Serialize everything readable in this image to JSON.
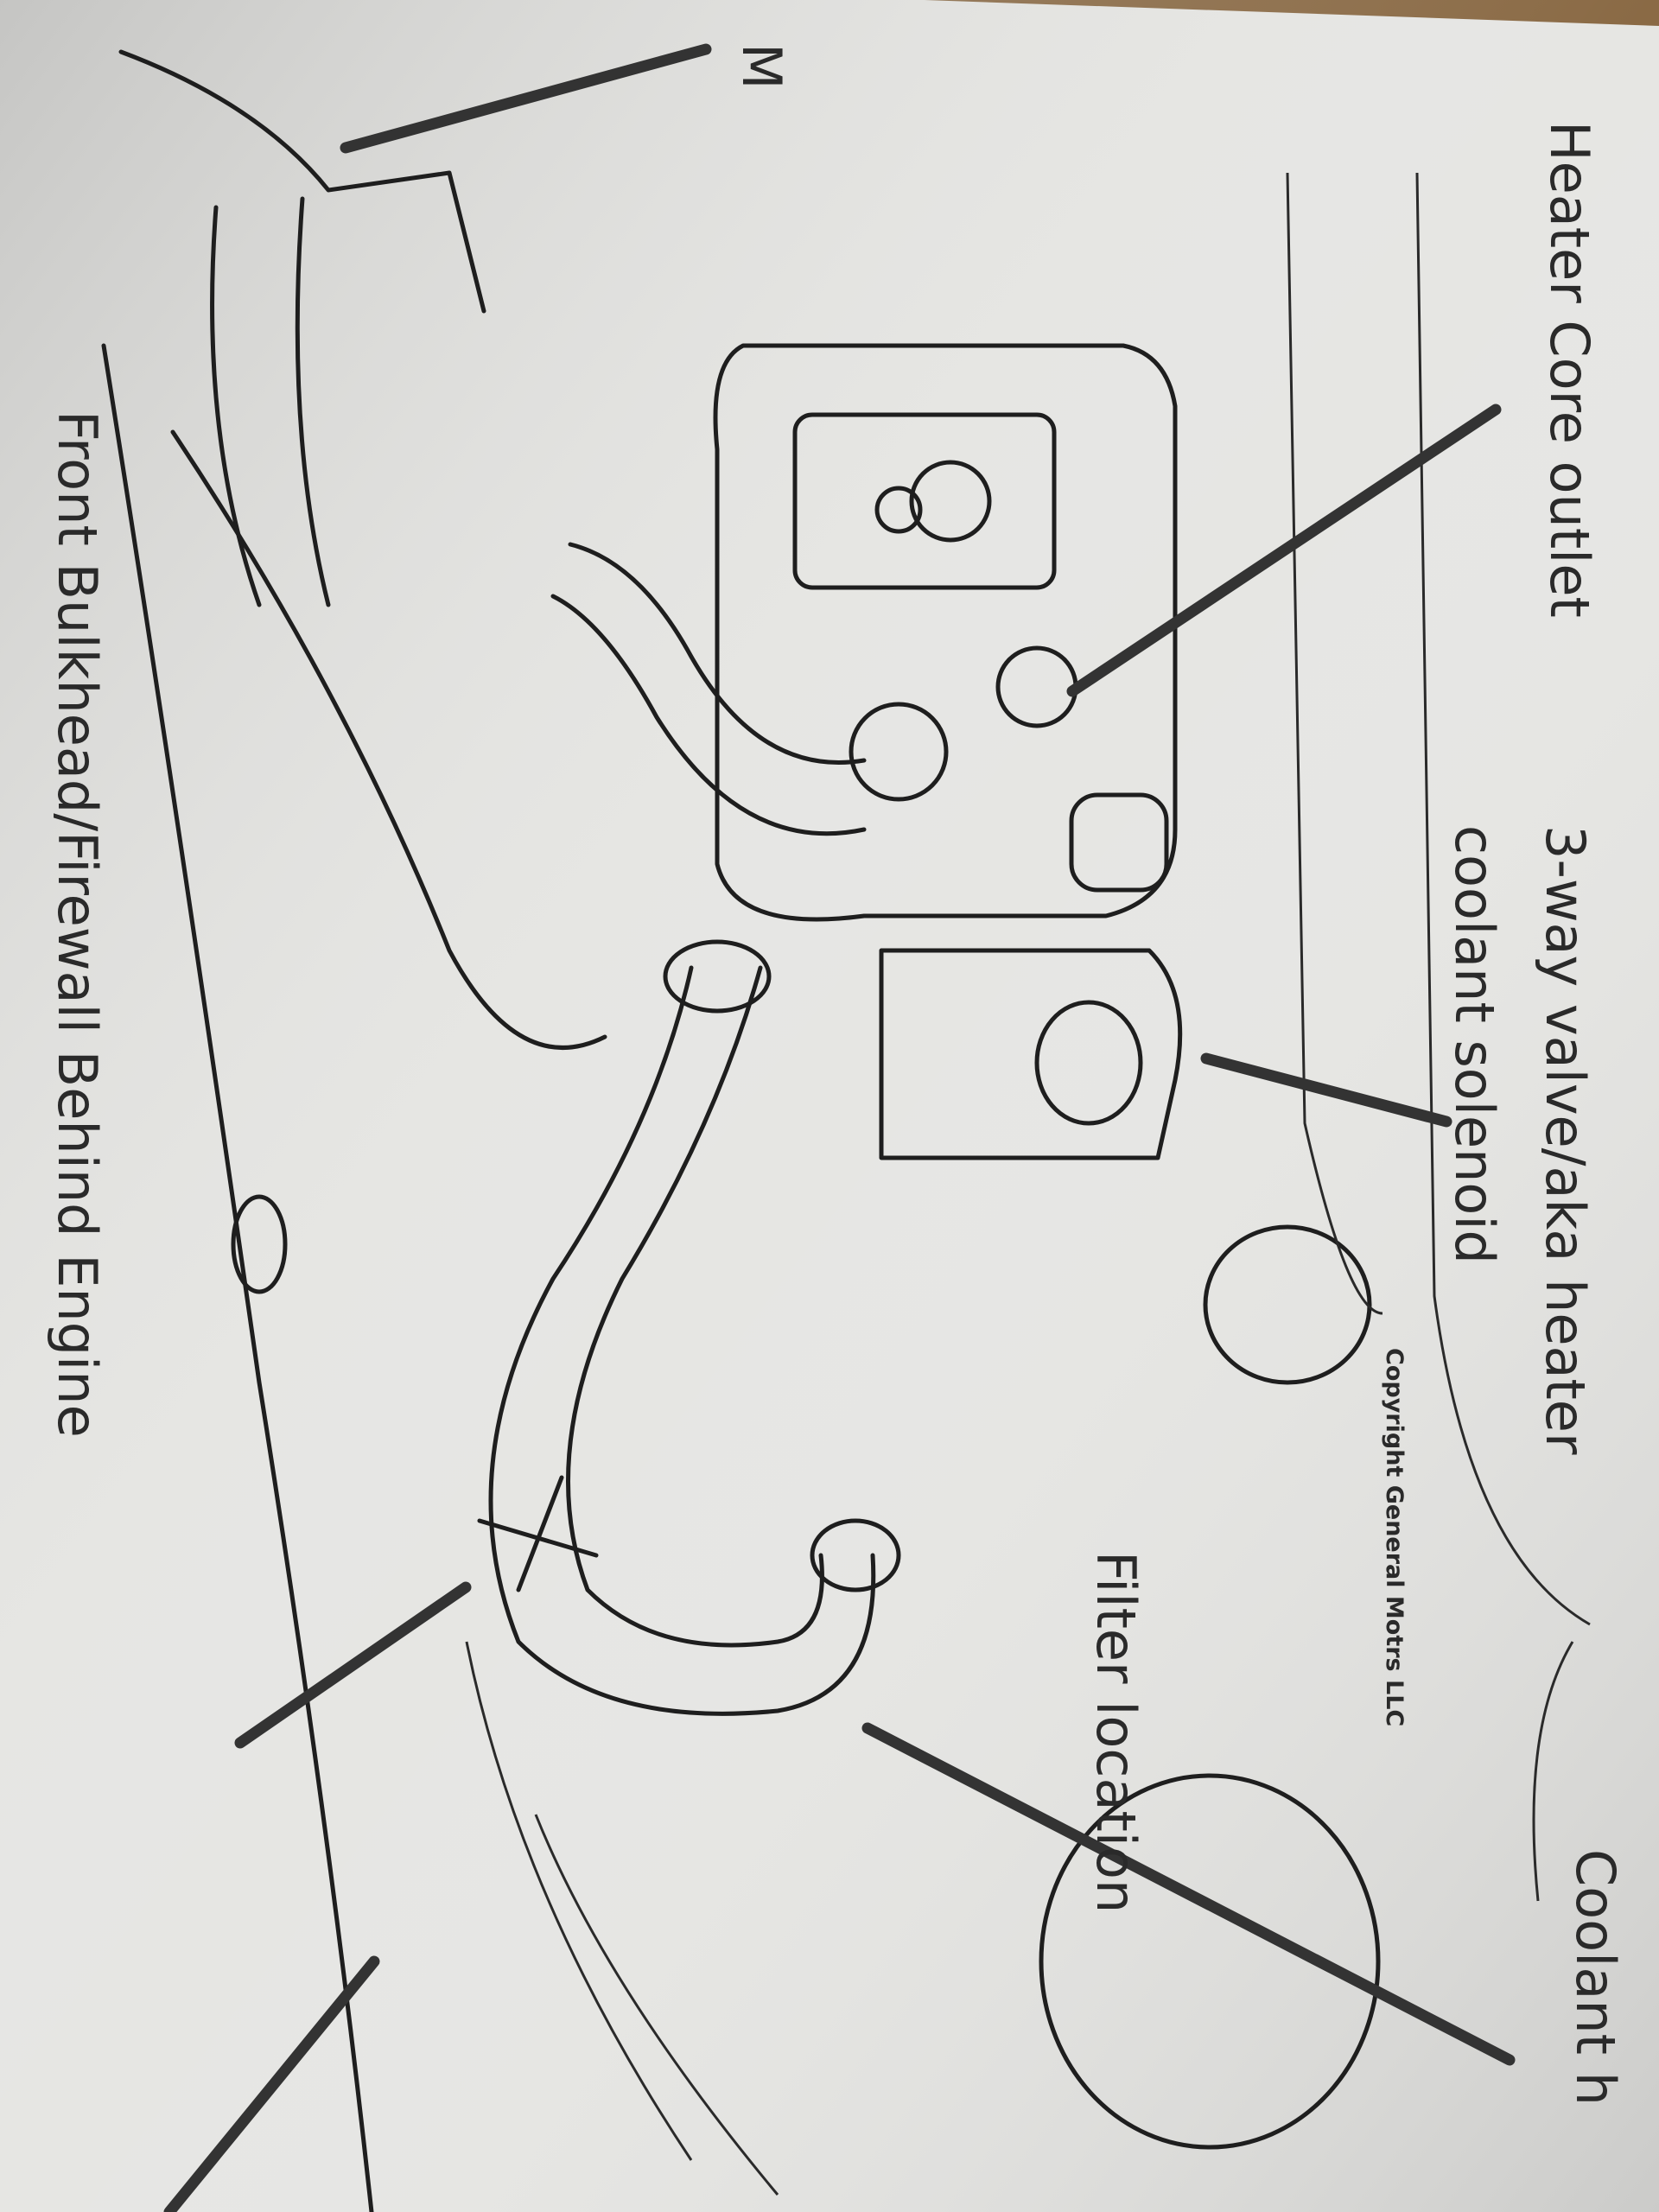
{
  "diagram": {
    "labels": {
      "heater_core_outlet": "Heater Core outlet",
      "valve_line1": "3-way valve/aka heater",
      "valve_line2": "coolant solenoid",
      "coolant_cut": "Coolant h",
      "filter_location": "Filter location",
      "firewall": "Front Bulkhead/Firewall Behind Engine",
      "copyright": "Copyright General Motrs LLC",
      "m_mark": "M"
    },
    "colors": {
      "paper": "#e6e6e3",
      "ink": "#1e1e1e",
      "pointer": "#333333",
      "wood": "#8a6a45"
    }
  }
}
